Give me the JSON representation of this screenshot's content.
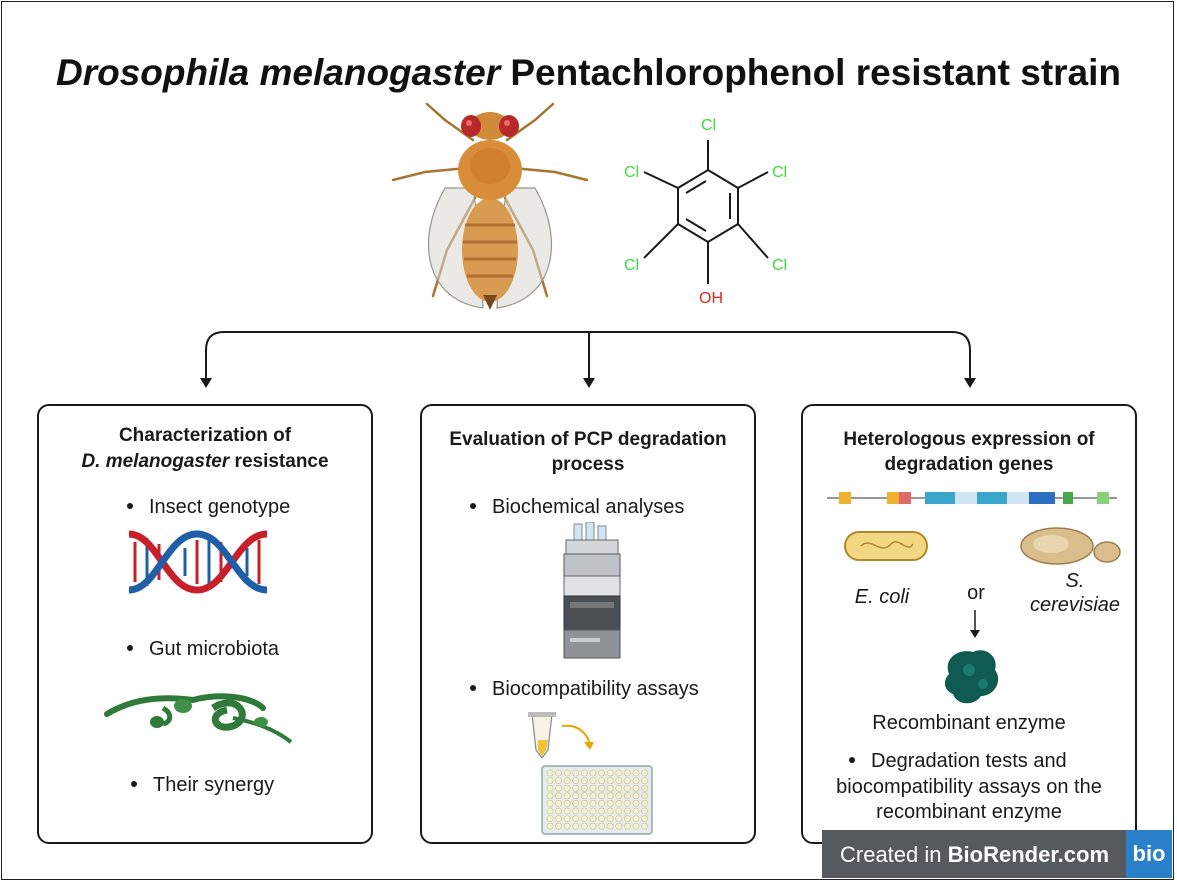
{
  "title": {
    "italic_part": "Drosophila melanogaster",
    "rest": "Pentachlorophenol resistant strain"
  },
  "molecule": {
    "cl": "Cl",
    "oh": "OH"
  },
  "panels": [
    {
      "title_line1": "Characterization of",
      "title_line2_italic": "D. melanogaster",
      "title_line2_rest": "resistance",
      "bullets": [
        "Insect genotype",
        "Gut microbiota",
        "Their synergy"
      ]
    },
    {
      "title_line1": "Evaluation of PCP degradation",
      "title_line2": "process",
      "bullets": [
        "Biochemical analyses",
        "Biocompatibility assays"
      ]
    },
    {
      "title_line1": "Heterologous expression of",
      "title_line2": "degradation genes",
      "ecoli": "E. coli",
      "or": "or",
      "scer_line1": "S.",
      "scer_line2": "cerevisiae",
      "enzyme_label": "Recombinant enzyme",
      "bullet_line1": "Degradation tests and",
      "bullet_line2": "biocompatibility assays on the",
      "bullet_line3": "recombinant enzyme"
    }
  ],
  "badge": {
    "prefix": "Created in",
    "brand": "BioRender.com",
    "logo": "bio"
  },
  "colors": {
    "chlorine": "#3ddc3d",
    "hydroxyl": "#e0281e",
    "dna_red": "#c8202a",
    "dna_blue": "#1f5fa8",
    "microbe": "#2f7a3a",
    "enzyme": "#0f5a52",
    "badge_bg": "#555a5f",
    "badge_logo": "#2a7fc9"
  }
}
